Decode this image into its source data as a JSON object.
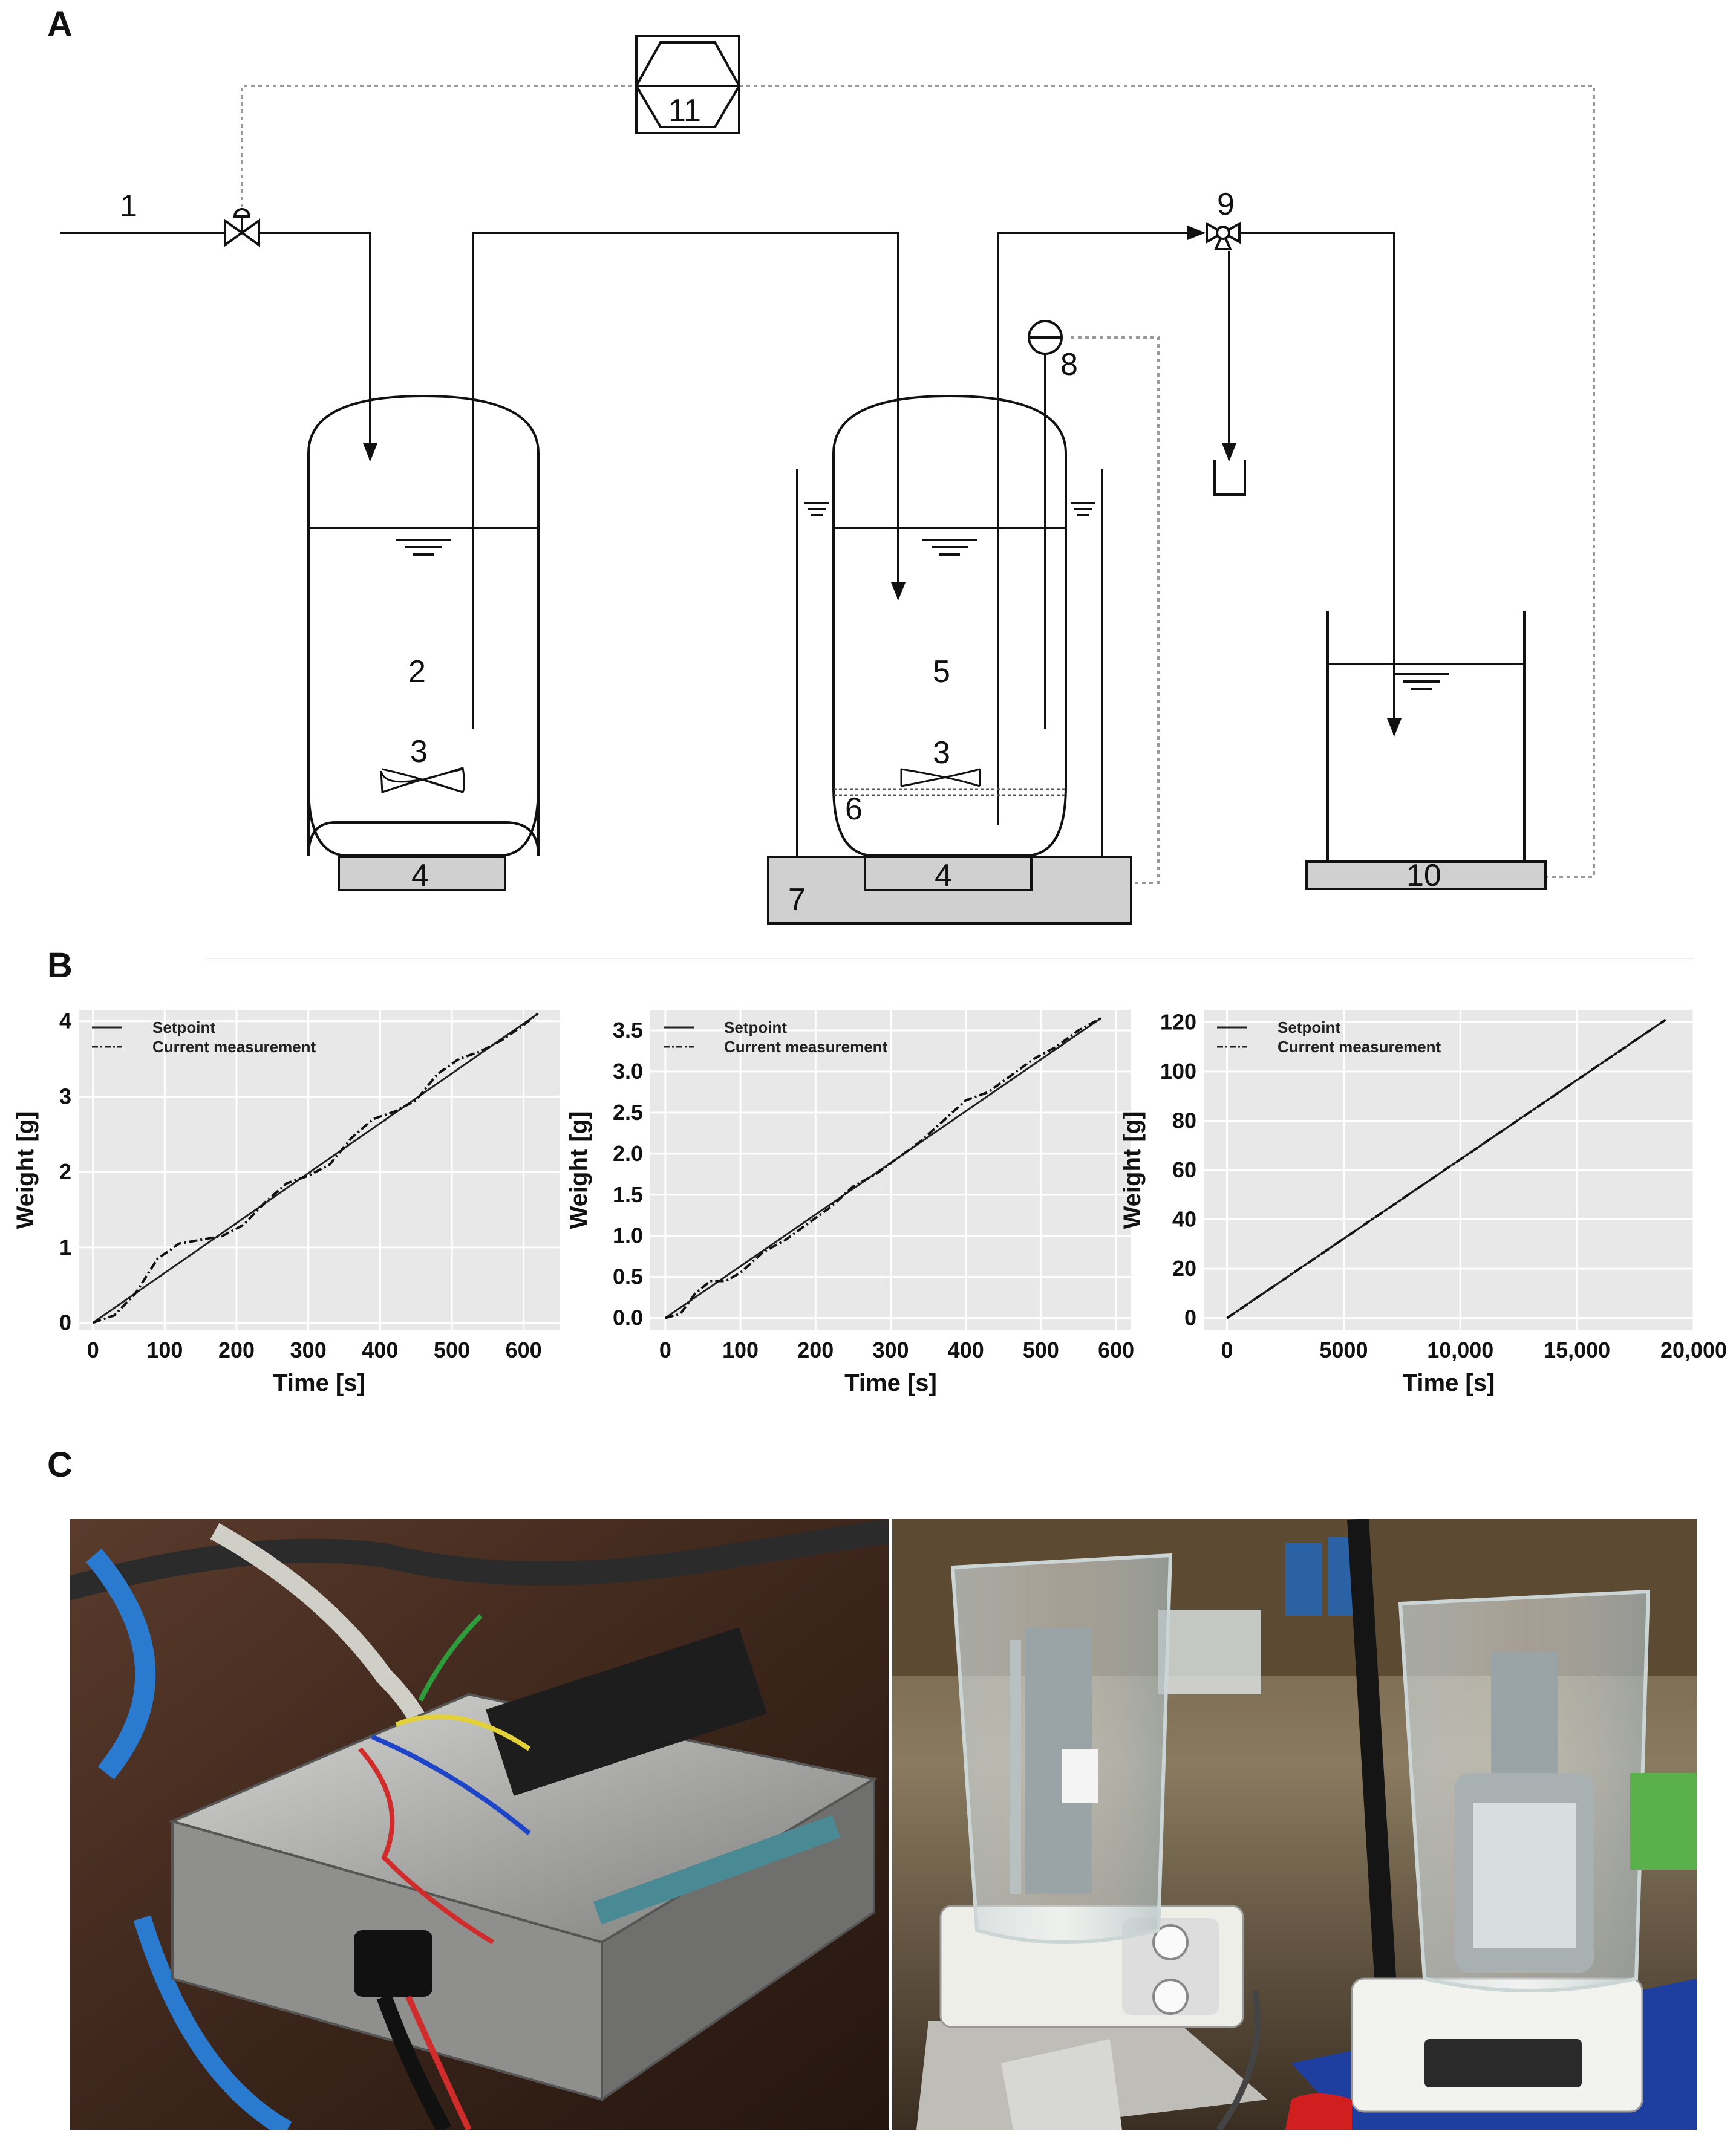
{
  "panels": {
    "a": "A",
    "b": "B",
    "c": "C"
  },
  "diagram": {
    "labels": {
      "inlet": "1",
      "feed_vessel": "2",
      "stirrer_feed": "3",
      "stirrer_reactor": "3",
      "magnetic_stirrer_feed": "4",
      "magnetic_stirrer_reactor": "4",
      "reactor": "5",
      "sieve": "6",
      "water_bath": "7",
      "sensor": "8",
      "three_way_valve": "9",
      "balance": "10",
      "controller": "11"
    }
  },
  "charts": {
    "xlabel": "Time [s]",
    "ylabel": "Weight [g]",
    "legend": {
      "setpoint": "Setpoint",
      "measurement": "Current measurement"
    }
  },
  "chart_data": [
    {
      "type": "line",
      "xlabel": "Time [s]",
      "ylabel": "Weight [g]",
      "xlim": [
        -20,
        650
      ],
      "ylim": [
        -0.1,
        4.15
      ],
      "xticks": [
        "0",
        "100",
        "200",
        "300",
        "400",
        "500",
        "600"
      ],
      "yticks": [
        "0",
        "1",
        "2",
        "3",
        "4"
      ],
      "grid": true,
      "legend_position": "top-left",
      "series": [
        {
          "name": "Setpoint",
          "x": [
            0,
            620
          ],
          "y": [
            0,
            4.1
          ]
        },
        {
          "name": "Current measurement",
          "x": [
            0,
            30,
            60,
            90,
            120,
            150,
            180,
            210,
            240,
            270,
            300,
            330,
            360,
            390,
            420,
            450,
            480,
            510,
            540,
            570,
            600,
            620
          ],
          "y": [
            0,
            0.1,
            0.4,
            0.85,
            1.05,
            1.1,
            1.15,
            1.3,
            1.6,
            1.85,
            1.95,
            2.1,
            2.45,
            2.7,
            2.8,
            2.95,
            3.3,
            3.5,
            3.6,
            3.75,
            3.95,
            4.1
          ]
        }
      ]
    },
    {
      "type": "line",
      "xlabel": "Time [s]",
      "ylabel": "Weight [g]",
      "xlim": [
        -20,
        620
      ],
      "ylim": [
        -0.15,
        3.75
      ],
      "xticks": [
        "0",
        "100",
        "200",
        "300",
        "400",
        "500",
        "600"
      ],
      "yticks": [
        "0.0",
        "0.5",
        "1.0",
        "1.5",
        "2.0",
        "2.5",
        "3.0",
        "3.5"
      ],
      "grid": true,
      "legend_position": "top-left",
      "series": [
        {
          "name": "Setpoint",
          "x": [
            0,
            580
          ],
          "y": [
            0,
            3.65
          ]
        },
        {
          "name": "Current measurement",
          "x": [
            0,
            20,
            40,
            60,
            80,
            100,
            130,
            160,
            190,
            220,
            250,
            280,
            310,
            340,
            370,
            400,
            430,
            460,
            490,
            520,
            550,
            580
          ],
          "y": [
            0,
            0.05,
            0.3,
            0.45,
            0.45,
            0.55,
            0.8,
            0.95,
            1.15,
            1.35,
            1.6,
            1.75,
            1.95,
            2.15,
            2.4,
            2.65,
            2.75,
            2.95,
            3.15,
            3.3,
            3.5,
            3.65
          ]
        }
      ]
    },
    {
      "type": "line",
      "xlabel": "Time [s]",
      "ylabel": "Weight [g]",
      "xlim": [
        -1000,
        20000
      ],
      "ylim": [
        -5,
        125
      ],
      "xticks": [
        "0",
        "5000",
        "10,000",
        "15,000",
        "20,000"
      ],
      "yticks": [
        "0",
        "20",
        "40",
        "60",
        "80",
        "100",
        "120"
      ],
      "grid": true,
      "legend_position": "top-left",
      "series": [
        {
          "name": "Setpoint",
          "x": [
            0,
            18800
          ],
          "y": [
            0,
            121
          ]
        },
        {
          "name": "Current measurement",
          "x": [
            0,
            9400,
            18800
          ],
          "y": [
            0,
            60.5,
            121
          ]
        }
      ]
    }
  ]
}
